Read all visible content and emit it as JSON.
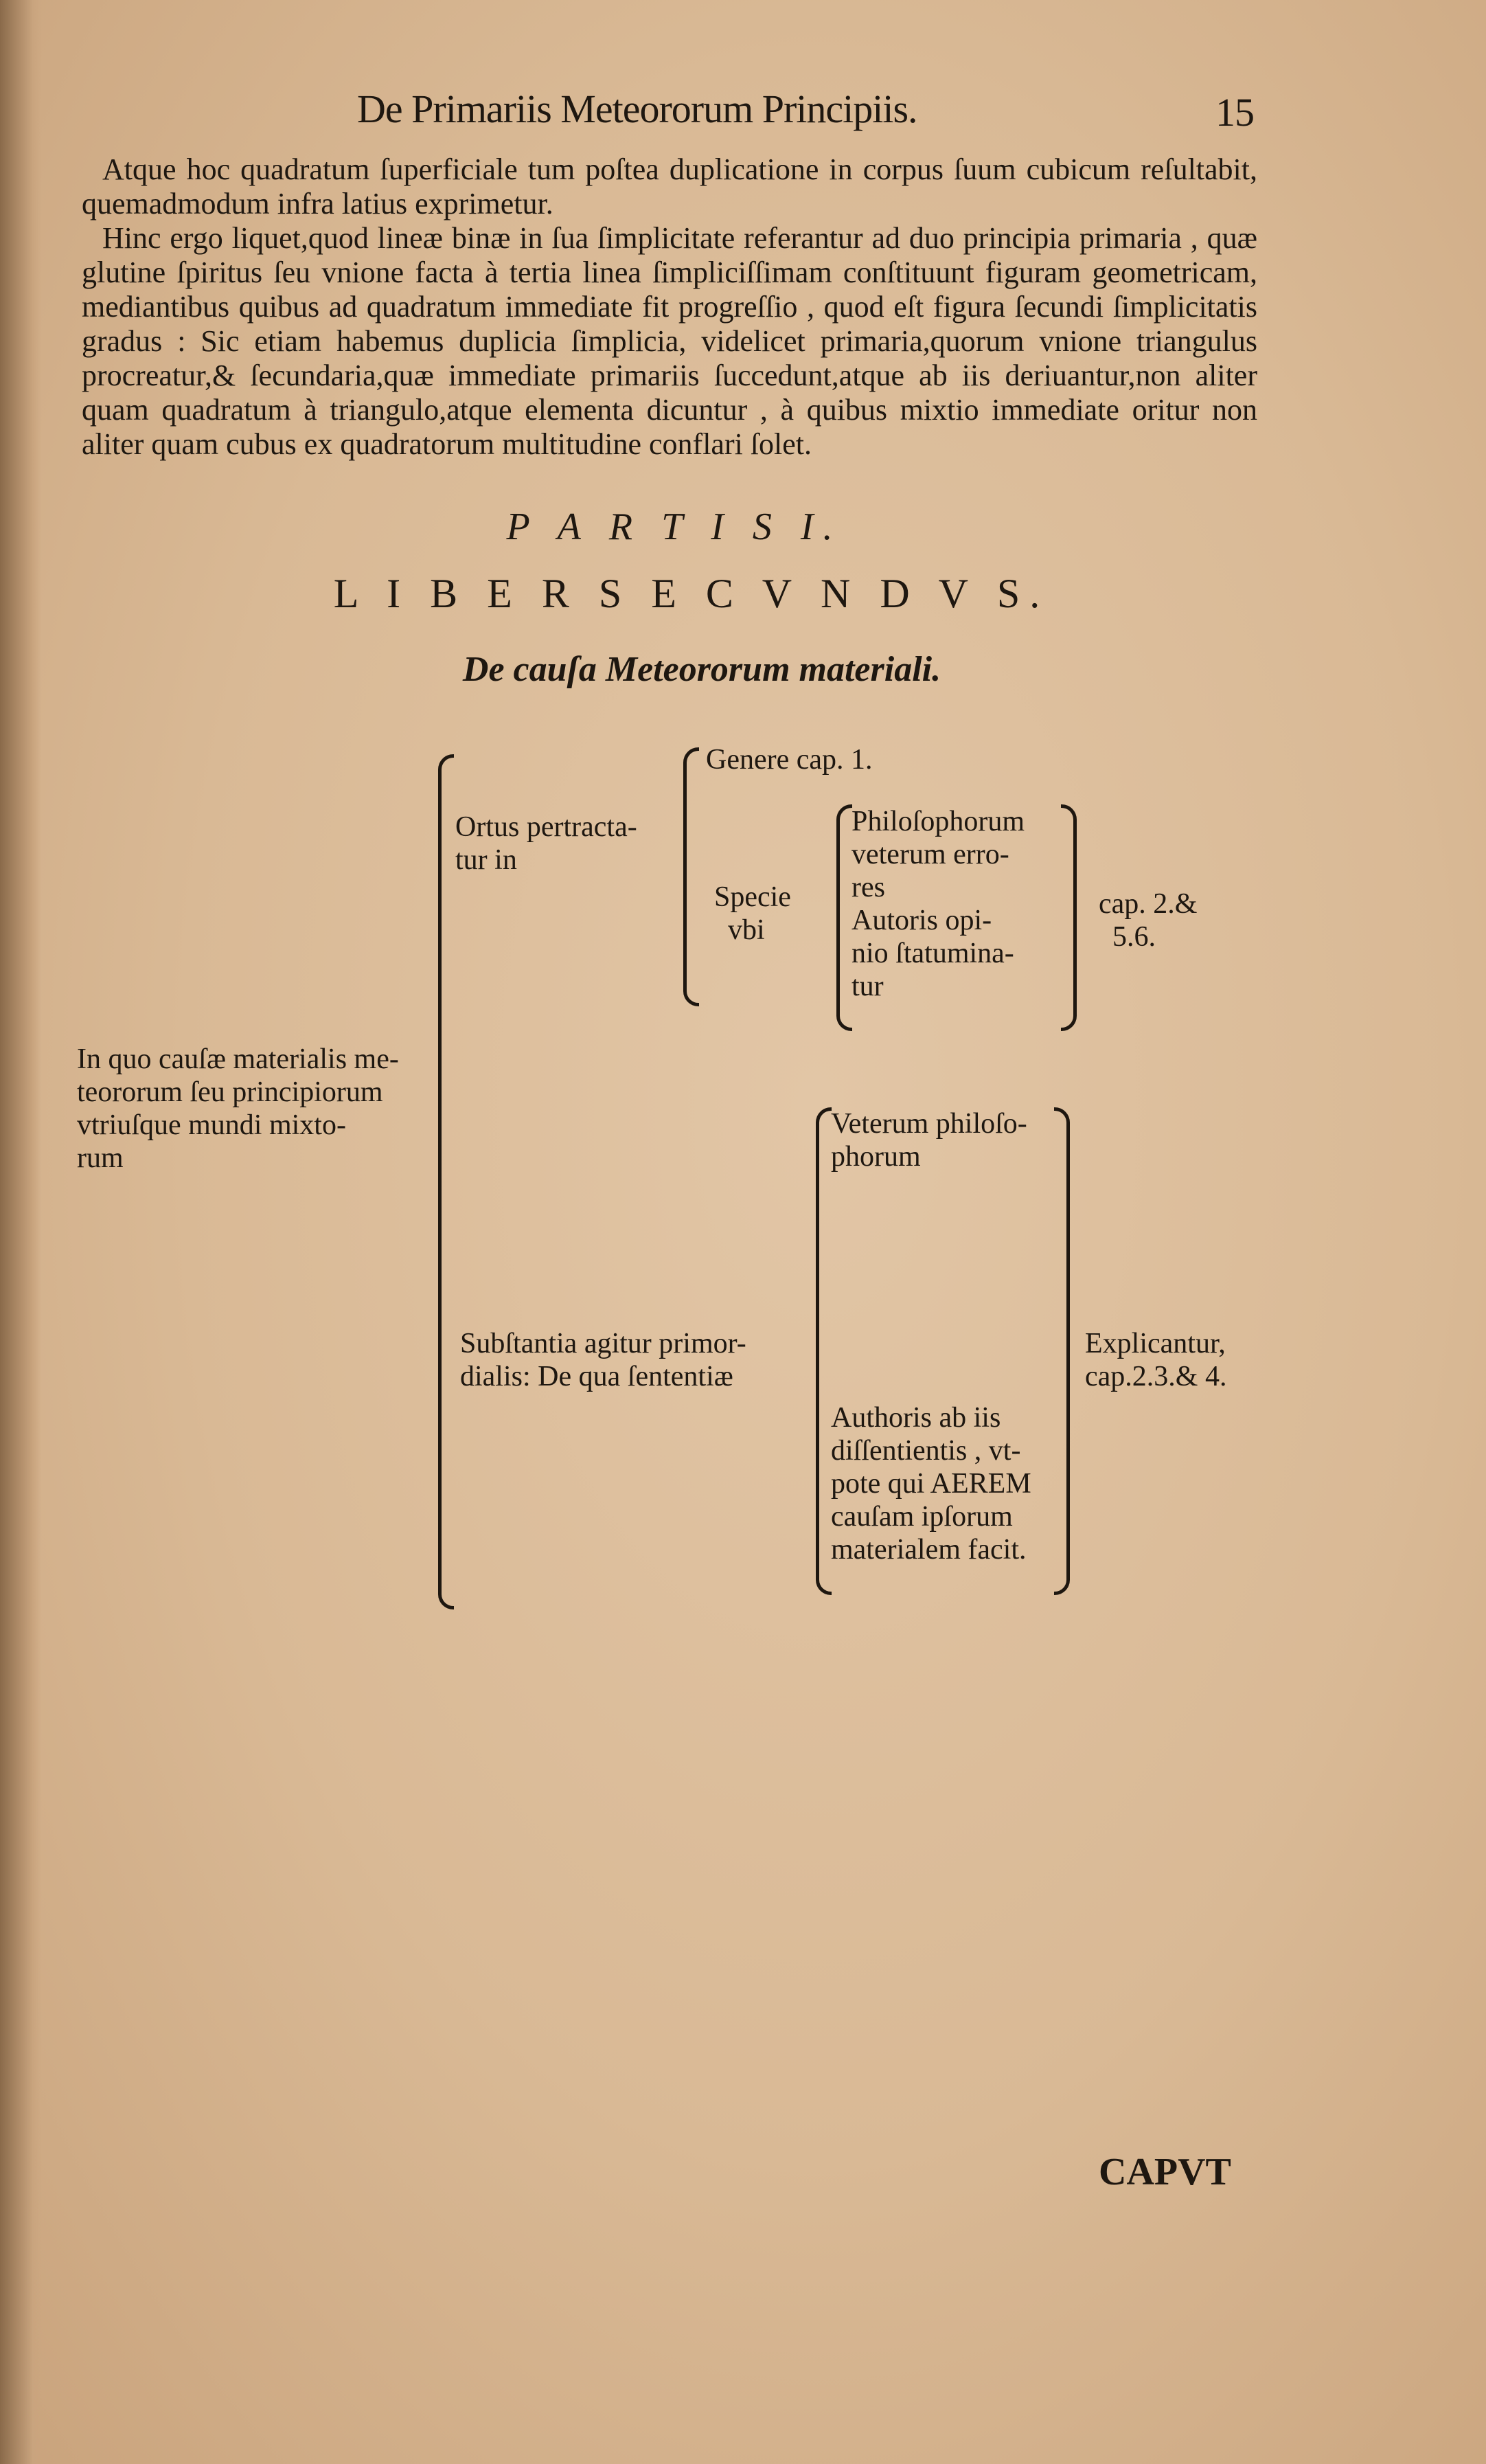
{
  "header": {
    "running_title": "De Primariis Meteororum Principiis.",
    "page_number": "15"
  },
  "paragraphs": [
    "Atque hoc quadratum ſuperficiale tum poſtea duplicatione in corpus ſuum cubicum reſultabit, quemadmodum infra latius exprimetur.",
    "Hinc ergo liquet,quod lineæ binæ in ſua ſimplicitate referantur ad duo principia primaria , quæ glutine ſpiritus ſeu vnione facta à tertia linea ſimpliciſſimam conſtituunt figuram geometricam, mediantibus quibus ad quadratum immediate fit progreſſio , quod eſt figura ſecundi ſimplicitatis gradus : Sic etiam habemus duplicia ſimplicia, videlicet primaria,quorum vnione triangulus procreatur,& ſecundaria,quæ immediate primariis ſuccedunt,atque ab iis deriuantur,non aliter quam quadratum à triangulo,atque elementa dicuntur , à quibus mixtio immediate oritur non aliter quam cubus ex quadratorum multitudine conflari ſolet."
  ],
  "headings": {
    "part": "P A R T I S  I.",
    "book": "L I B E R   S E C V N D V S.",
    "subtitle": "De cauſa Meteororum materiali."
  },
  "diagram": {
    "root": [
      "In quo cauſæ materialis me-",
      "teororum ſeu principiorum",
      "vtriuſque mundi mixto-",
      "rum"
    ],
    "ortus": [
      "Ortus pertracta-",
      "tur in"
    ],
    "genere": "Genere cap. 1.",
    "specie": [
      "Specie",
      "vbi"
    ],
    "specie_items": [
      "Philoſophorum",
      "veterum erro-",
      "res",
      "Autoris opi-",
      "nio ſtatumina-",
      "tur"
    ],
    "specie_ref": [
      "cap. 2.&",
      "5.6."
    ],
    "substantia": [
      "Subſtantia agitur primor-",
      "dialis: De qua ſententiæ"
    ],
    "veterum": [
      "Veterum philoſo-",
      "phorum"
    ],
    "authoris": [
      "Authoris ab iis",
      "diſſentientis , vt-",
      "pote qui AEREM",
      "cauſam ipſorum",
      "materialem facit."
    ],
    "explic": [
      "Explicantur,",
      "cap.2.3.& 4."
    ]
  },
  "catchword": "CAPVT"
}
